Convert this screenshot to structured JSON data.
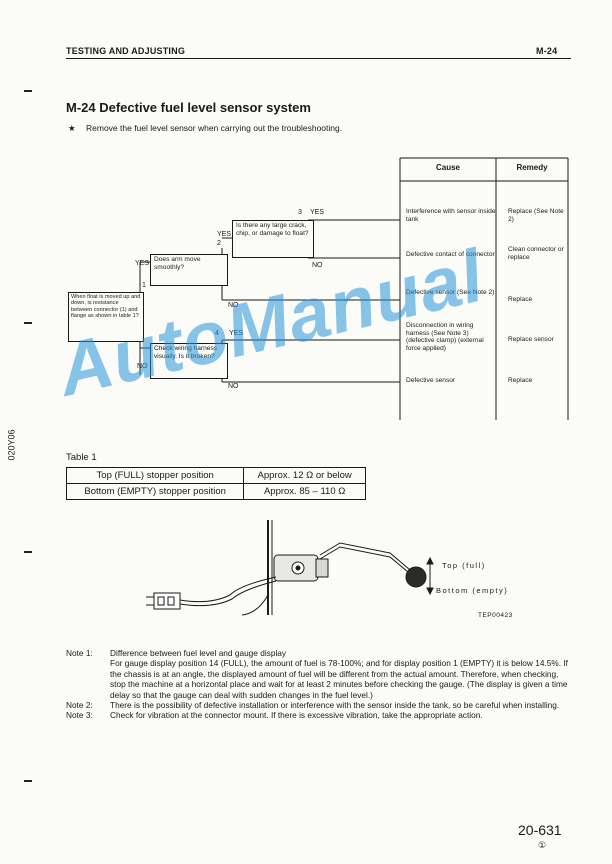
{
  "header": {
    "left": "TESTING AND ADJUSTING",
    "right": "M-24"
  },
  "title": "M-24  Defective fuel level sensor system",
  "intro": {
    "star": "★",
    "text": "Remove the fuel level sensor when carrying out the troubleshooting."
  },
  "side_code": "020Y06",
  "tree": {
    "col_cause": "Cause",
    "col_remedy": "Remedy",
    "q1": {
      "num": "1",
      "text": "When float is moved up and down, is resistance between connector (1) and flange as shown in table 1?"
    },
    "q2": {
      "num": "2",
      "text": "Does arm move smoothly?"
    },
    "q3": {
      "num": "3",
      "text": "Is there any large crack, chip, or damage to float?"
    },
    "q4": {
      "num": "4",
      "text": "Check wiring harness visually. Is it broken?"
    },
    "yes": "YES",
    "no": "NO",
    "causes": [
      "Interference with sensor inside tank",
      "Defective contact of connector",
      "Defective sensor (See Note 2)",
      "Disconnection in wiring harness (See Note 3) (defective clamp) (external force applied)",
      "Defective sensor"
    ],
    "remedies": [
      "Replace (See Note 2)",
      "Clean connector or replace",
      "Replace",
      "Replace sensor",
      "Replace"
    ]
  },
  "table1": {
    "caption": "Table 1",
    "rows": [
      [
        "Top (FULL) stopper position",
        "Approx. 12 Ω or below"
      ],
      [
        "Bottom (EMPTY) stopper position",
        "Approx. 85 – 110 Ω"
      ]
    ]
  },
  "figure": {
    "top_label": "Top (full)",
    "bottom_label": "Bottom (empty)",
    "code": "TEP00423"
  },
  "notes": [
    {
      "key": "Note 1:",
      "lines": [
        "Difference between fuel level and gauge display",
        "For gauge display position 14 (FULL), the amount of fuel is 78-100%; and for display position 1 (EMPTY) it is below 14.5%. If the chassis is at an angle, the displayed amount of fuel will be different from the actual amount. Therefore, when checking, stop the machine at a horizontal place and wait for at least 2 minutes before checking the gauge. (The display is given a time delay so that the gauge can deal with sudden changes in the fuel level.)"
      ]
    },
    {
      "key": "Note 2:",
      "lines": [
        "There is the possibility of defective installation or interference with the sensor inside the tank, so be careful when installing."
      ]
    },
    {
      "key": "Note 3:",
      "lines": [
        "Check for vibration at the connector mount. If there is excessive vibration, take the appropriate action."
      ]
    }
  ],
  "footer": {
    "page": "20-631",
    "mark": "①"
  },
  "watermark": "AutoManual"
}
